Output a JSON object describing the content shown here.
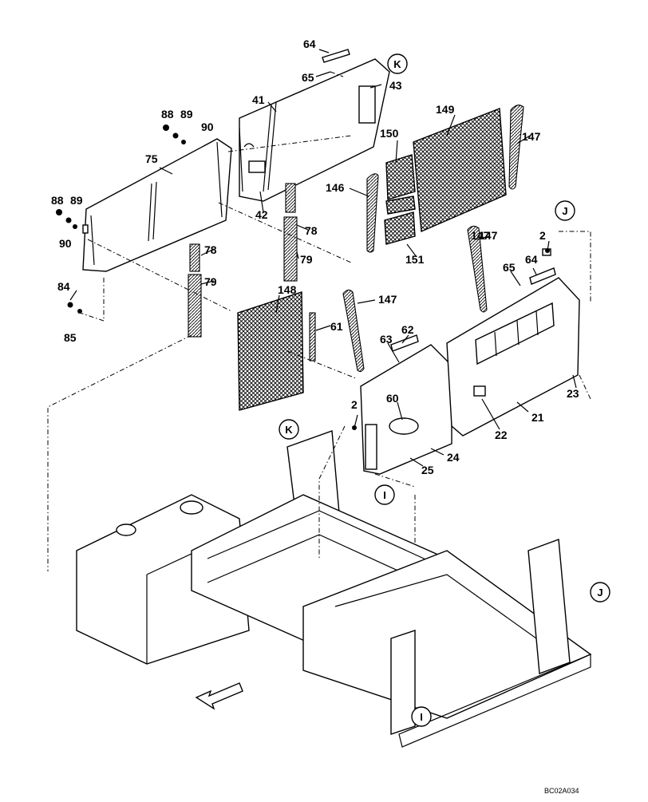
{
  "diagram": {
    "code": "BC02A034",
    "part_labels": [
      "2",
      "2",
      "21",
      "22",
      "23",
      "24",
      "25",
      "41",
      "42",
      "43",
      "60",
      "61",
      "62",
      "63",
      "64",
      "64",
      "65",
      "65",
      "75",
      "78",
      "78",
      "79",
      "79",
      "84",
      "85",
      "88",
      "88",
      "89",
      "89",
      "90",
      "90",
      "146",
      "147",
      "147",
      "147",
      "147",
      "148",
      "149",
      "150",
      "151"
    ],
    "reference_marks": [
      "K",
      "K",
      "J",
      "J",
      "I",
      "I"
    ]
  }
}
